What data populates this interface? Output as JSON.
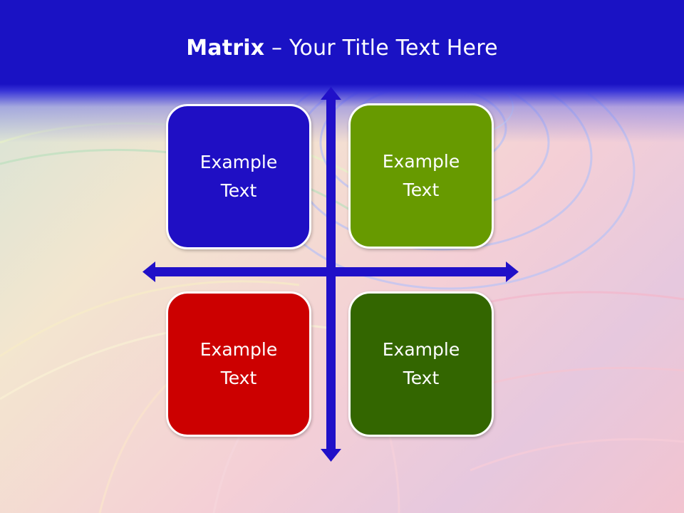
{
  "slide": {
    "title_bold": "Matrix",
    "title_rest": " – Your Title Text Here"
  },
  "quadrants": [
    {
      "label": "Example Text",
      "color": "#1f0fc4"
    },
    {
      "label": "Example Text",
      "color": "#679a00"
    },
    {
      "label": "Example Text",
      "color": "#cc0000"
    },
    {
      "label": "Example Text",
      "color": "#336600"
    }
  ],
  "colors": {
    "title_band": "#1a12c4",
    "arrows": "#2010c8",
    "box_border": "#ffffff"
  }
}
